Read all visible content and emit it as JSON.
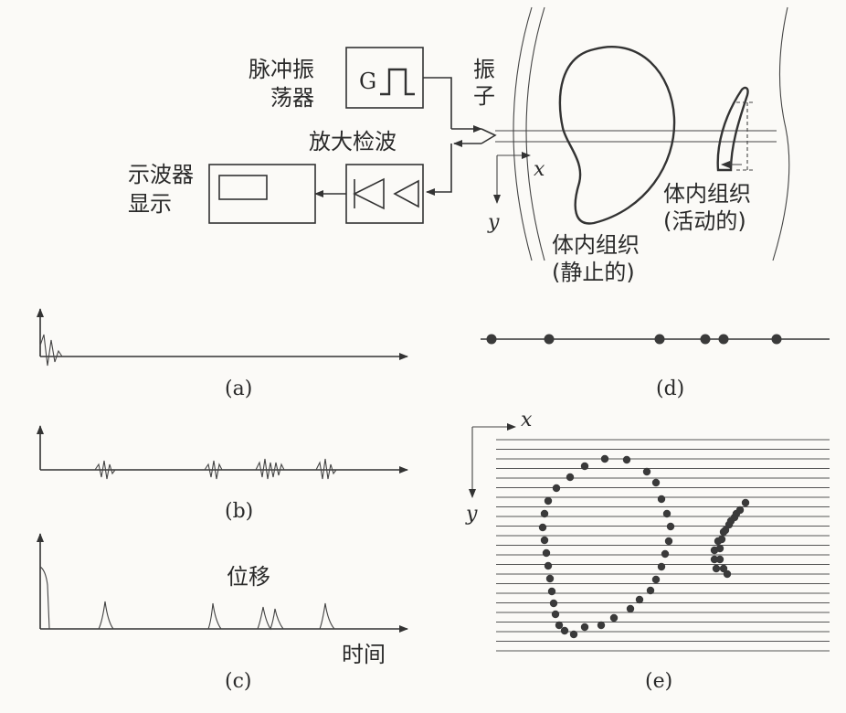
{
  "top": {
    "pulse_osc_line1": "脉冲振",
    "pulse_osc_line2": "荡器",
    "pulse_g": "G",
    "transducer_line1": "振",
    "transducer_line2": "子",
    "amp_detect": "放大检波",
    "scope_line1": "示波器",
    "scope_line2": "显示",
    "axis_x": "x",
    "axis_y": "y",
    "tissue_moving_line1": "体内组织",
    "tissue_moving_line2": "(活动的)",
    "tissue_static_line1": "体内组织",
    "tissue_static_line2": "(静止的)"
  },
  "panels": {
    "a": "(a)",
    "b": "(b)",
    "c": "(c)",
    "d": "(d)",
    "e": "(e)",
    "c_displacement": "位移",
    "c_time": "时间",
    "e_axis_x": "x",
    "e_axis_y": "y"
  },
  "colors": {
    "ink": "#333333",
    "background": "#fbfaf7"
  }
}
